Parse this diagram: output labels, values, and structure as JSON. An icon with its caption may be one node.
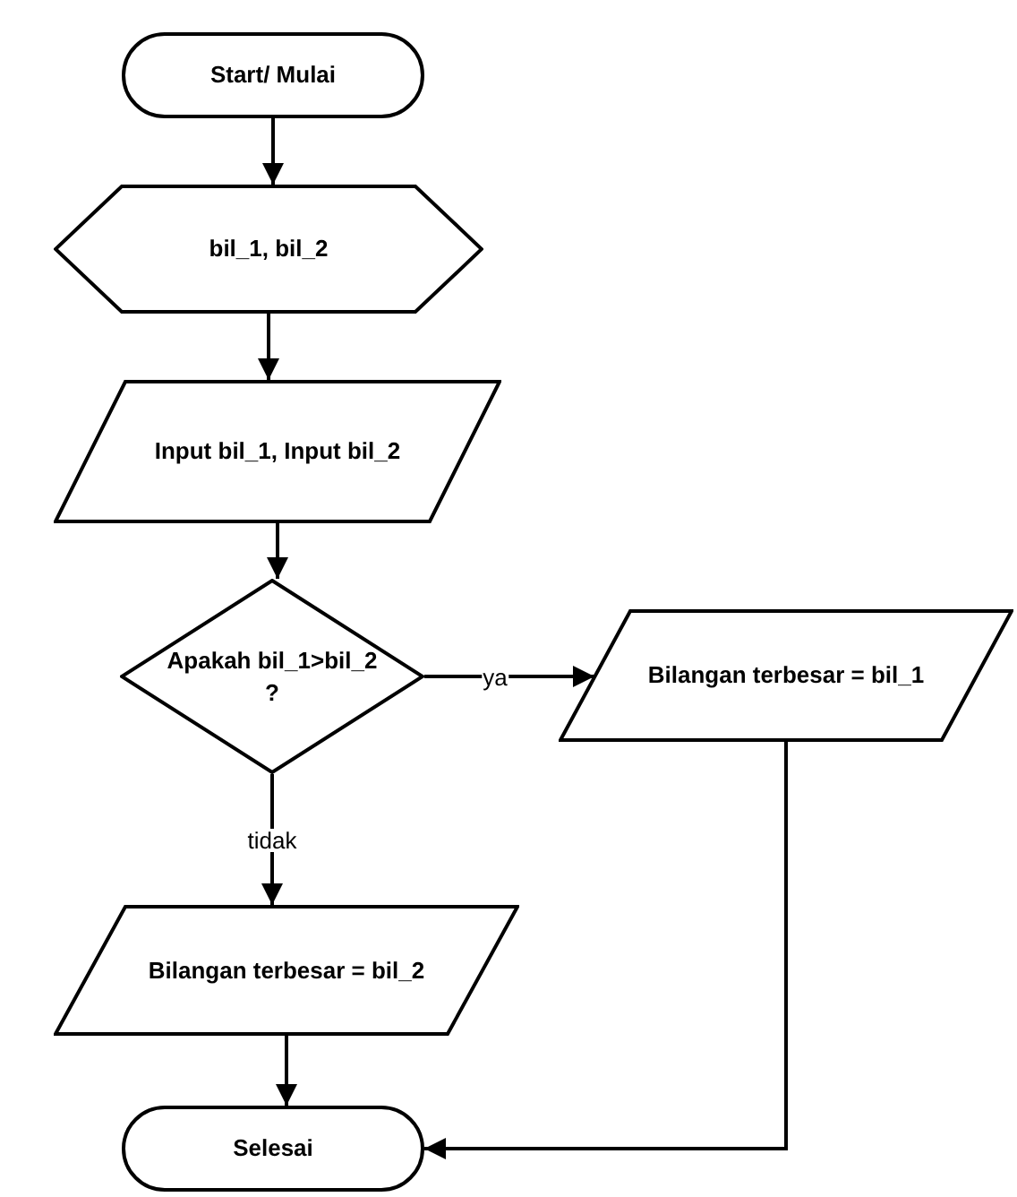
{
  "diagram": {
    "nodes": [
      {
        "text": [
          "Start/ Mulai"
        ]
      },
      {
        "text": [
          "bil_1, bil_2"
        ]
      },
      {
        "text": [
          "Input bil_1, Input bil_2"
        ]
      },
      {
        "text": [
          "Apakah bil_1>bil_2 ?"
        ]
      },
      {
        "text": [
          "Bilangan terbesar = bil_1"
        ]
      },
      {
        "text": [
          "Bilangan terbesar = bil_2"
        ]
      },
      {
        "text": [
          "Selesai"
        ]
      }
    ],
    "edges": [
      {
        "from": 0,
        "to": 1,
        "arrow": "to"
      },
      {
        "from": 1,
        "to": 2,
        "arrow": "to"
      },
      {
        "from": 2,
        "to": 3,
        "arrow": "to"
      },
      {
        "from": 3,
        "to": 4,
        "arrow": "to",
        "label": "ya"
      },
      {
        "from": 3,
        "to": 5,
        "arrow": "to",
        "label": "tidak"
      },
      {
        "from": 5,
        "to": 6,
        "arrow": "to"
      },
      {
        "from": 4,
        "to": 6,
        "arrow": "to"
      }
    ]
  }
}
